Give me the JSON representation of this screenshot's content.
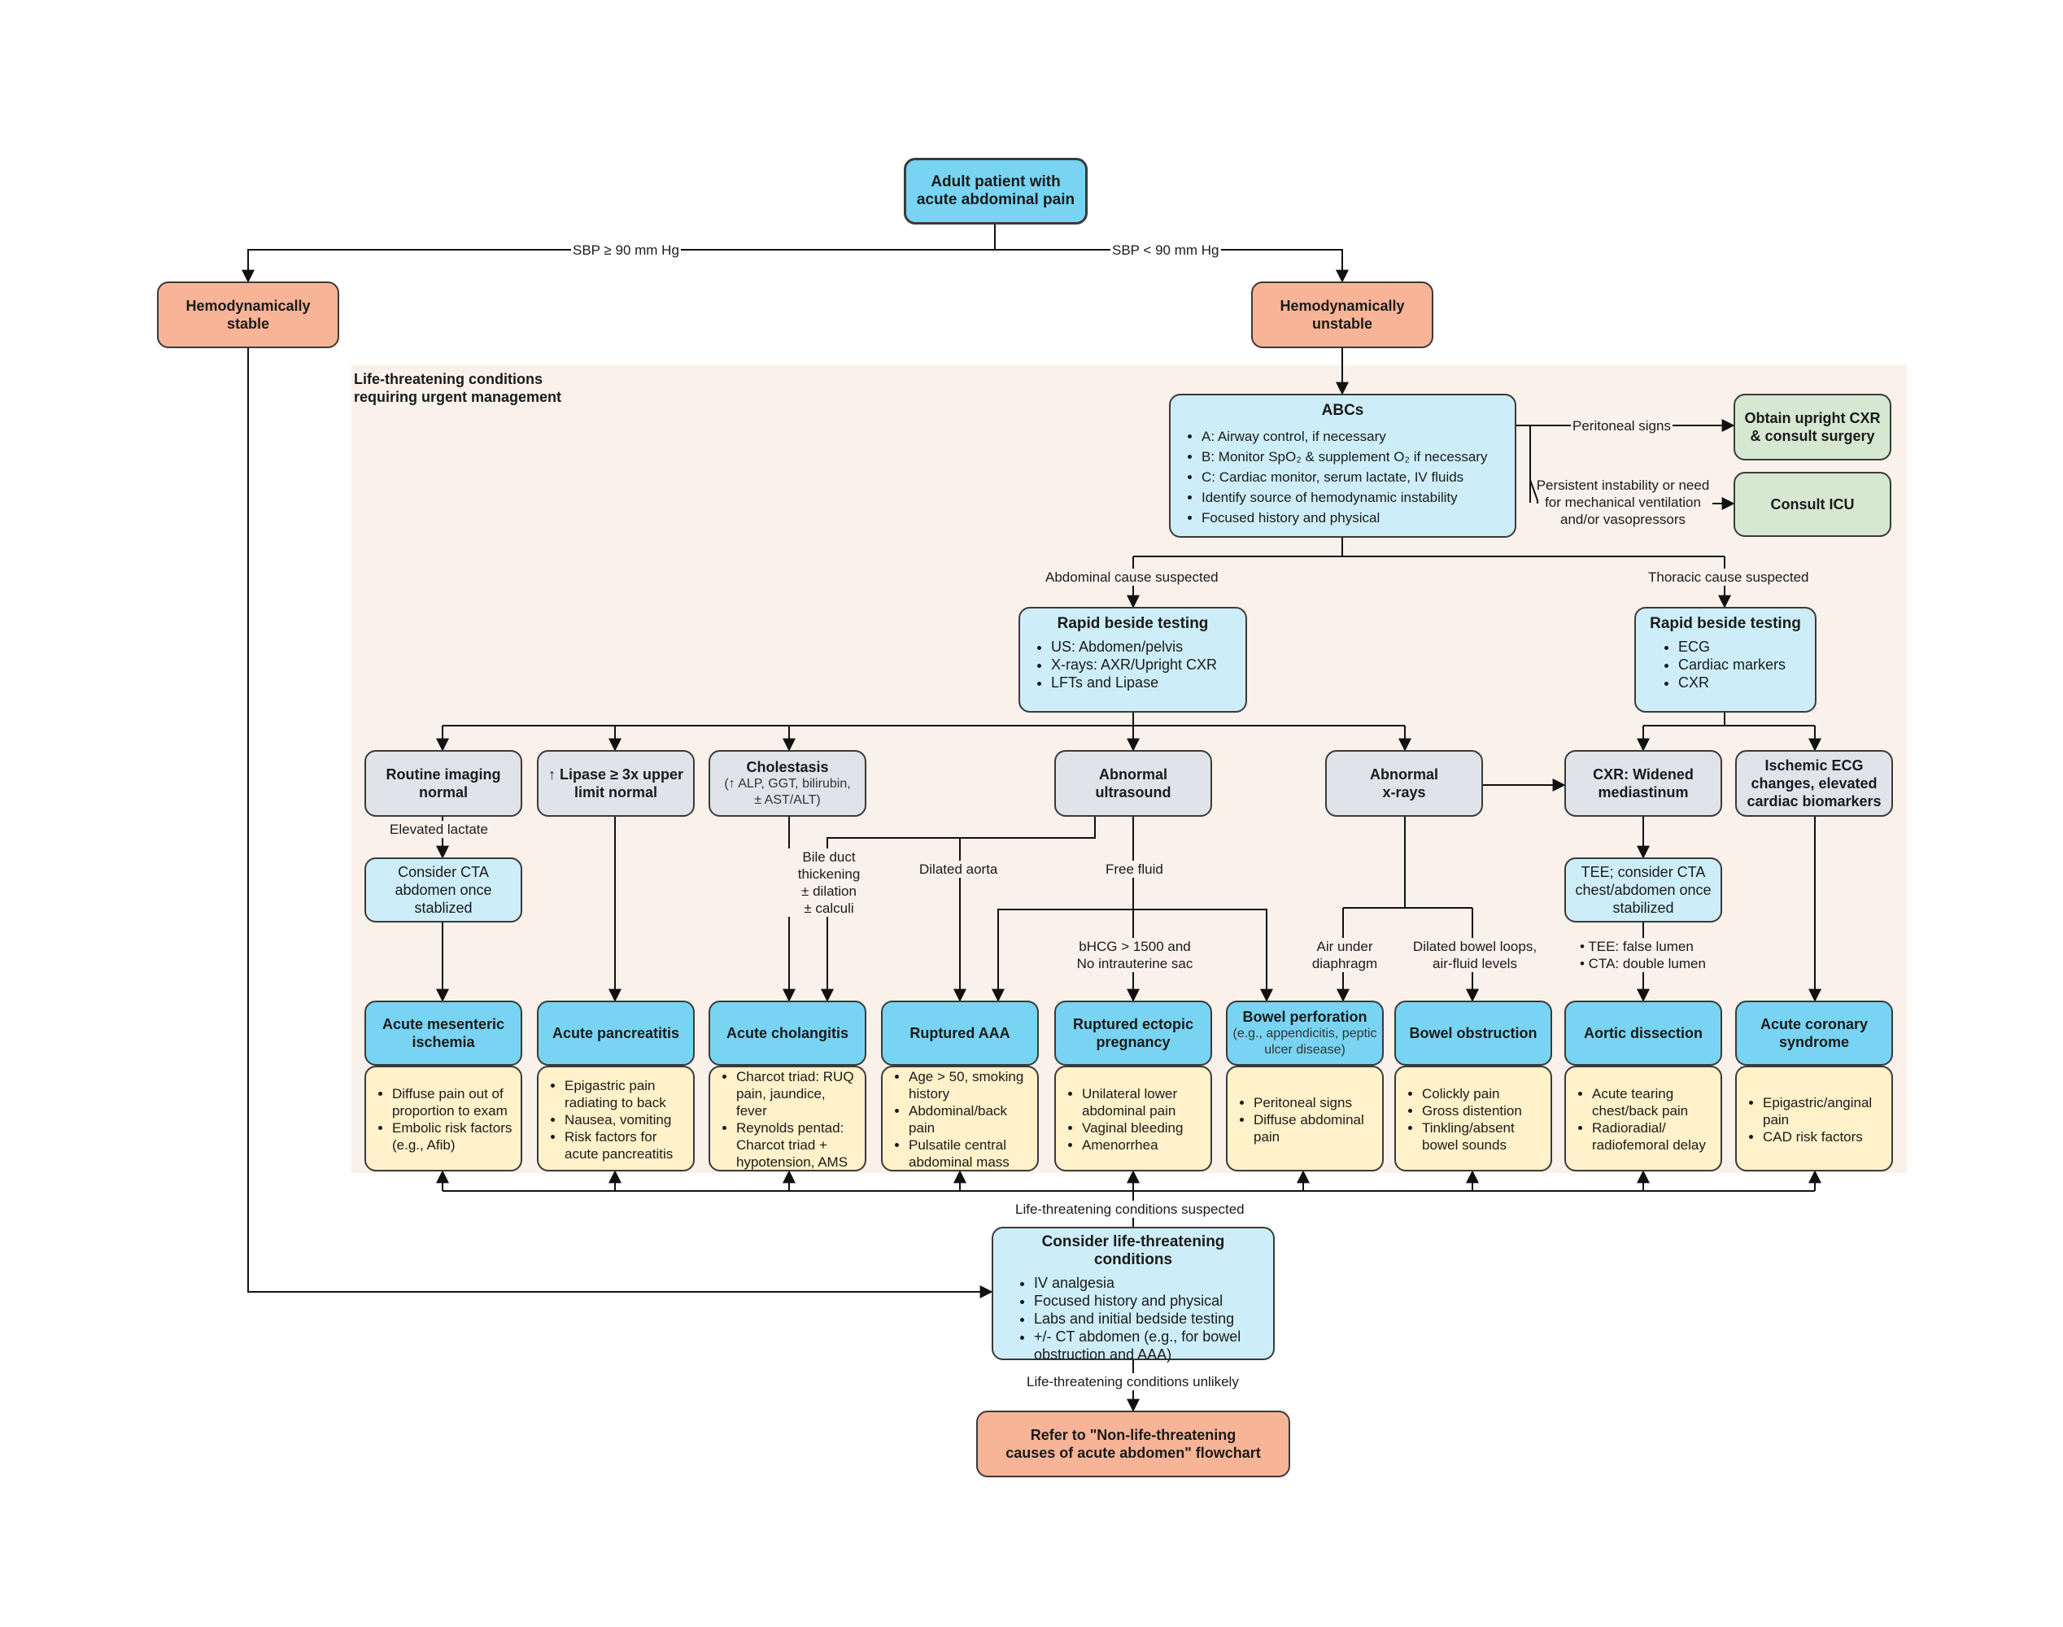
{
  "start": {
    "line1": "Adult patient with",
    "line2": "acute abdominal pain"
  },
  "edge_stable": "SBP ≥ 90 mm Hg",
  "edge_unstable": "SBP < 90 mm Hg",
  "stable": {
    "line1": "Hemodynamically",
    "line2": "stable"
  },
  "unstable": {
    "line1": "Hemodynamically",
    "line2": "unstable"
  },
  "region_title": {
    "line1": "Life-threatening conditions",
    "line2": "requiring urgent management"
  },
  "abcs": {
    "title": "ABCs",
    "items": [
      "A: Airway control, if necessary",
      "B: Monitor SpO₂ & supplement O₂ if necessary",
      "C: Cardiac monitor, serum lactate, IV fluids",
      "Identify source of hemodynamic instability",
      "Focused history and physical"
    ]
  },
  "edge_peritoneal": "Peritoneal signs",
  "cxr_surgery": {
    "line1": "Obtain upright CXR",
    "line2": "& consult surgery"
  },
  "edge_instability": {
    "line1": "Persistent instability or need",
    "line2": "for mechanical ventilation",
    "line3": "and/or vasopressors"
  },
  "icu": "Consult ICU",
  "edge_abdominal": "Abdominal cause suspected",
  "edge_thoracic": "Thoracic cause suspected",
  "rbt_abd": {
    "title": "Rapid beside testing",
    "items": [
      "US: Abdomen/pelvis",
      "X-rays: AXR/Upright CXR",
      "LFTs and Lipase"
    ]
  },
  "rbt_thor": {
    "title": "Rapid beside testing",
    "items": [
      "ECG",
      "Cardiac markers",
      "CXR"
    ]
  },
  "finding_imaging": {
    "line1": "Routine imaging",
    "line2": "normal"
  },
  "finding_lipase": {
    "line1": "↑ Lipase ≥ 3x upper",
    "line2": "limit normal"
  },
  "finding_cholestasis": {
    "title": "Cholestasis",
    "line1": "(↑ ALP, GGT, bilirubin,",
    "line2": "± AST/ALT)"
  },
  "finding_us": {
    "line1": "Abnormal",
    "line2": "ultrasound"
  },
  "finding_xray": {
    "line1": "Abnormal",
    "line2": "x-rays"
  },
  "finding_cxr": {
    "line1": "CXR: Widened",
    "line2": "mediastinum"
  },
  "finding_ecg": {
    "line1": "Ischemic ECG",
    "line2": "changes, elevated",
    "line3": "cardiac biomarkers"
  },
  "edge_lactate": "Elevated lactate",
  "cta": {
    "line1": "Consider CTA",
    "line2": "abdomen once",
    "line3": "stablized"
  },
  "edge_bileduct": {
    "line1": "Bile duct",
    "line2": "thickening",
    "line3": "± dilation",
    "line4": "± calculi"
  },
  "edge_aorta": "Dilated aorta",
  "edge_freefluid": "Free fluid",
  "edge_bhcg": {
    "line1": "bHCG > 1500 and",
    "line2": "No intrauterine sac"
  },
  "edge_air": {
    "line1": "Air under",
    "line2": "diaphragm"
  },
  "edge_bowel": {
    "line1": "Dilated bowel loops,",
    "line2": "air-fluid levels"
  },
  "tee": {
    "line1": "TEE; consider CTA",
    "line2": "chest/abdomen once",
    "line3": "stabilized"
  },
  "edge_tee": {
    "line1": "• TEE: false lumen",
    "line2": "• CTA: double lumen"
  },
  "conditions": [
    {
      "title": "Acute mesenteric ischemia",
      "items": [
        "Diffuse pain out of proportion to exam",
        "Embolic risk factors (e.g., Afib)"
      ]
    },
    {
      "title": "Acute pancreatitis",
      "items": [
        "Epigastric pain radiating to back",
        "Nausea, vomiting",
        "Risk factors for acute pancreatitis"
      ]
    },
    {
      "title": "Acute cholangitis",
      "items": [
        "Charcot triad: RUQ pain, jaundice, fever",
        "Reynolds pentad: Charcot triad + hypotension, AMS"
      ]
    },
    {
      "title": "Ruptured AAA",
      "items": [
        "Age > 50, smoking history",
        "Abdominal/back pain",
        "Pulsatile central abdominal mass"
      ]
    },
    {
      "title": "Ruptured ectopic pregnancy",
      "items": [
        "Unilateral lower abdominal pain",
        "Vaginal bleeding",
        "Amenorrhea"
      ]
    },
    {
      "title": "Bowel perforation",
      "sub": "(e.g., appendicitis, peptic ulcer disease)",
      "items": [
        "Peritoneal signs",
        "Diffuse abdominal pain"
      ]
    },
    {
      "title": "Bowel obstruction",
      "items": [
        "Colickly pain",
        "Gross distention",
        "Tinkling/absent bowel sounds"
      ]
    },
    {
      "title": "Aortic dissection",
      "items": [
        "Acute tearing chest/back pain",
        "Radioradial/ radiofemoral delay"
      ]
    },
    {
      "title": "Acute coronary syndrome",
      "items": [
        "Epigastric/anginal pain",
        "CAD risk factors"
      ]
    }
  ],
  "edge_suspected": "Life-threatening conditions suspected",
  "consider": {
    "title": "Consider life-threatening conditions",
    "items": [
      "IV analgesia",
      "Focused history and physical",
      "Labs and initial bedside testing",
      "+/- CT abdomen (e.g., for bowel obstruction and AAA)"
    ]
  },
  "edge_unlikely": "Life-threatening conditions unlikely",
  "refer": {
    "line1": "Refer to \"Non-life-threatening",
    "line2": "causes of acute abdomen\" flowchart"
  }
}
